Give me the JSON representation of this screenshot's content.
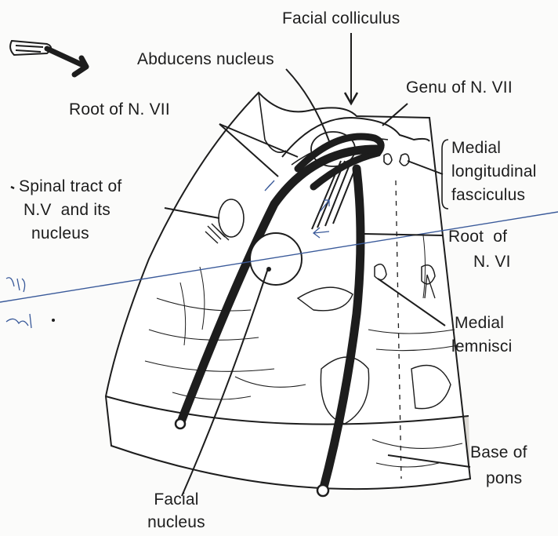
{
  "labels": {
    "facial_colliculus": "Facial colliculus",
    "abducens_nucleus": "Abducens nucleus",
    "genu": "Genu of N. VII",
    "root_vii": "Root of N. VII",
    "medial_lf_1": "Medial",
    "medial_lf_2": "longitudinal",
    "medial_lf_3": "fasciculus",
    "spinal_tract_1": "Spinal tract of",
    "spinal_tract_2": "N.V  and its",
    "spinal_tract_3": "nucleus",
    "root_vi_1": "Root  of",
    "root_vi_2": "N. VI",
    "medial_lemnisci_1": "Medial",
    "medial_lemnisci_2": "lemnisci",
    "base_pons_1": "Base of",
    "base_pons_2": "pons",
    "facial_nucleus_1": "Facial",
    "facial_nucleus_2": "nucleus"
  },
  "colors": {
    "ink": "#1d1d1d",
    "pen_blue": "#3a5a9a",
    "base_stipple": "#d9d6d2",
    "section_fill": "#ffffff"
  }
}
